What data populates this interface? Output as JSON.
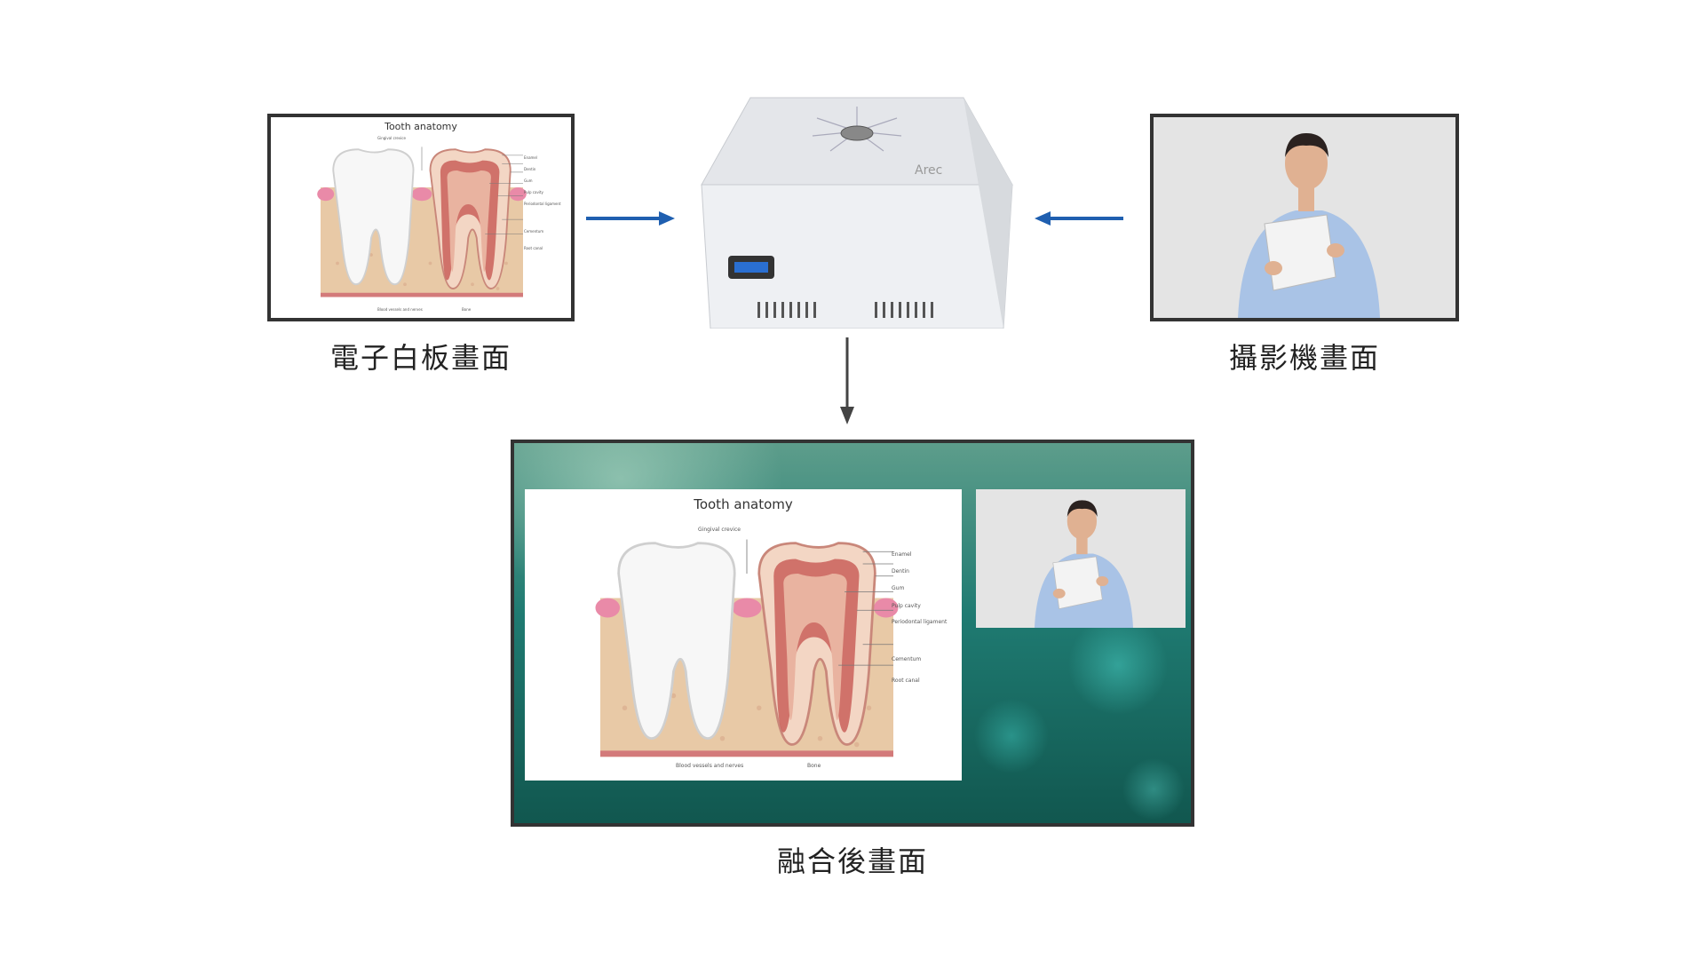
{
  "captions": {
    "whiteboard": "電子白板畫面",
    "camera": "攝影機畫面",
    "merged": "融合後畫面"
  },
  "diagram": {
    "title": "Tooth anatomy",
    "device_brand": "Arec",
    "labels": {
      "gingival": "Gingival crevice",
      "enamel": "Enamel",
      "dentin": "Dentin",
      "gum": "Gum",
      "pulp": "Pulp cavity",
      "periodontal": "Periodontal ligament",
      "cementum": "Cementum",
      "root_canal": "Root canal",
      "blood": "Blood vessels and nerves",
      "bone": "Bone"
    }
  },
  "colors": {
    "arrow_blue": "#1f5fb0",
    "arrow_gray": "#444444",
    "frame": "#333333",
    "merged_bg": "#1f7b72"
  },
  "icons": [
    "device-box",
    "usb-port-icon",
    "person-presenter"
  ]
}
